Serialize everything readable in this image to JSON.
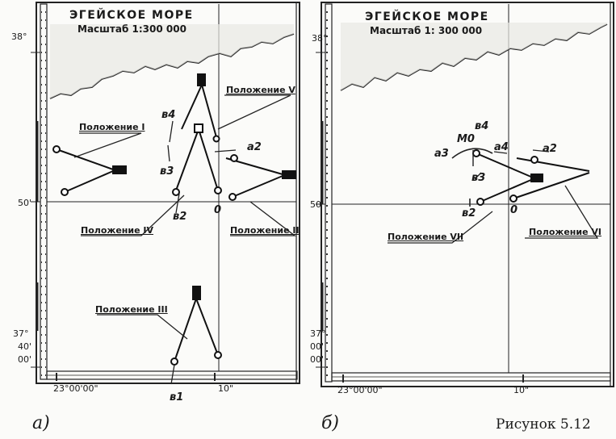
{
  "panels": {
    "a": {
      "title": "ЭГЕЙСКОЕ МОРЕ",
      "scale": "Масштаб 1:300 000",
      "lat_38": "38°",
      "lat_50": "50'",
      "lat_37": "37°",
      "lat_40": "40'",
      "lat_00": "00'",
      "lon_left": "23°00'00\"",
      "lon_right": "10\"",
      "positions": {
        "pos_1": "Положение I",
        "pos_2": "Положение II",
        "pos_3": "Положение III",
        "pos_4": "Положение IV",
        "pos_5": "Положение V"
      },
      "points": {
        "b4": "в4",
        "b3": "в3",
        "b2": "в2",
        "b1": "в1",
        "a2": "а2",
        "o": "0"
      },
      "panel_label": "а)"
    },
    "b": {
      "title": "ЭГЕЙСКОЕ МОРЕ",
      "scale": "Масштаб 1: 300 000",
      "lat_38": "38°",
      "lat_50": "50'",
      "lat_37": "37°",
      "lat_00a": "00'",
      "lat_00b": "00'",
      "lon_left": "23°00'00\"",
      "lon_right": "10\"",
      "positions": {
        "pos_6": "Положение VI",
        "pos_7": "Положение VII"
      },
      "points": {
        "m0": "М0",
        "b4": "в4",
        "b3": "в3",
        "b2": "в2",
        "a3": "а3",
        "a4": "а4",
        "a2": "а2",
        "o": "0"
      },
      "panel_label": "б)"
    }
  },
  "caption": "Рисунок 5.12"
}
